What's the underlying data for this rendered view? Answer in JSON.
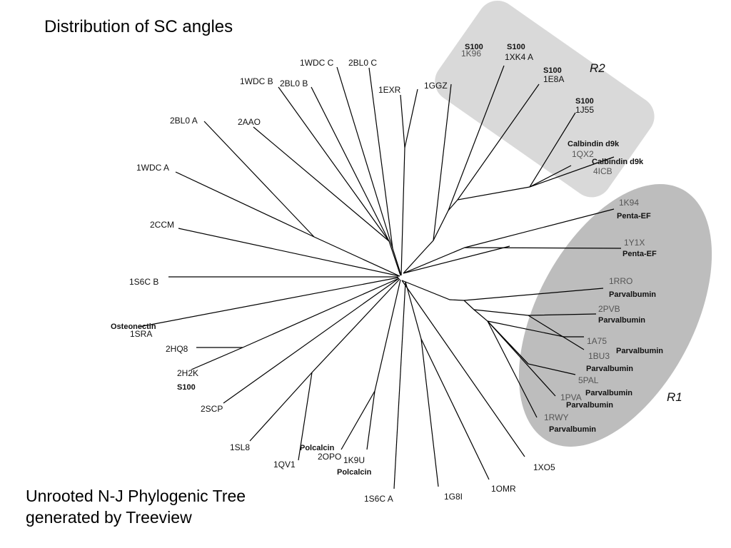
{
  "title": "Distribution of SC angles",
  "caption": {
    "line1": "Unrooted N-J Phylogenic Tree",
    "line2": "generated by Treeview"
  },
  "regions": {
    "r1": "R1",
    "r2": "R2"
  },
  "colors": {
    "r1_fill": "#bdbdbd",
    "r2_fill": "#d9d9d9",
    "edge": "#000000"
  },
  "leaves": [
    {
      "name": "1K96",
      "family": "S100"
    },
    {
      "name": "1XK4 A",
      "family": "S100"
    },
    {
      "name": "1E8A",
      "family": "S100"
    },
    {
      "name": "1J55",
      "family": "S100"
    },
    {
      "name": "1QX2",
      "family": "Calbindin d9k"
    },
    {
      "name": "4ICB",
      "family": "Calbindin d9k"
    },
    {
      "name": "1K94",
      "family": "Penta-EF"
    },
    {
      "name": "1Y1X",
      "family": "Penta-EF"
    },
    {
      "name": "1RRO",
      "family": "Parvalbumin"
    },
    {
      "name": "2PVB",
      "family": "Parvalbumin"
    },
    {
      "name": "1A75",
      "family": "Parvalbumin"
    },
    {
      "name": "1BU3",
      "family": "Parvalbumin"
    },
    {
      "name": "5PAL",
      "family": "Parvalbumin"
    },
    {
      "name": "1PVA",
      "family": "Parvalbumin"
    },
    {
      "name": "1RWY",
      "family": "Parvalbumin"
    },
    {
      "name": "1XO5",
      "family": ""
    },
    {
      "name": "1OMR",
      "family": ""
    },
    {
      "name": "1G8I",
      "family": ""
    },
    {
      "name": "1S6C A",
      "family": ""
    },
    {
      "name": "1K9U",
      "family": "Polcalcin"
    },
    {
      "name": "2OPO",
      "family": "Polcalcin"
    },
    {
      "name": "1QV1",
      "family": ""
    },
    {
      "name": "1SL8",
      "family": ""
    },
    {
      "name": "2SCP",
      "family": ""
    },
    {
      "name": "2H2K",
      "family": "S100"
    },
    {
      "name": "2HQ8",
      "family": ""
    },
    {
      "name": "1SRA",
      "family": "Osteonectin"
    },
    {
      "name": "1S6C B",
      "family": ""
    },
    {
      "name": "2CCM",
      "family": ""
    },
    {
      "name": "1WDC A",
      "family": ""
    },
    {
      "name": "2BL0 A",
      "family": ""
    },
    {
      "name": "2AAO",
      "family": ""
    },
    {
      "name": "1WDC B",
      "family": ""
    },
    {
      "name": "2BL0 B",
      "family": ""
    },
    {
      "name": "1WDC C",
      "family": ""
    },
    {
      "name": "2BL0 C",
      "family": ""
    },
    {
      "name": "1EXR",
      "family": ""
    },
    {
      "name": "1GGZ",
      "family": ""
    }
  ]
}
